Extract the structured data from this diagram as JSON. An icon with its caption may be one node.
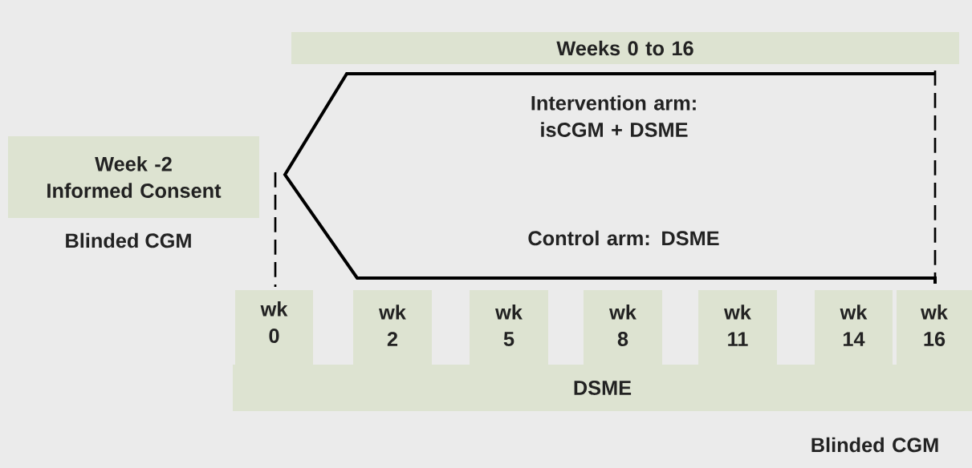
{
  "diagram": {
    "nodes": [
      {
        "text": [
          "Weeks 0 to 16"
        ]
      },
      {
        "text": [
          "Week -2",
          "Informed Consent"
        ],
        "beside": [
          "Blinded CGM"
        ]
      },
      {
        "text": [
          "wk 0"
        ]
      },
      {
        "text": [
          "wk 2"
        ]
      },
      {
        "text": [
          "wk 5"
        ]
      },
      {
        "text": [
          "wk 8"
        ]
      },
      {
        "text": [
          "wk 11"
        ]
      },
      {
        "text": [
          "wk 14"
        ]
      },
      {
        "text": [
          "wk 16"
        ]
      },
      {
        "text": [
          "DSME"
        ]
      }
    ],
    "labels": [
      "Intervention arm: isCGM + DSME",
      "Control arm: DSME",
      "Blinded CGM"
    ]
  }
}
